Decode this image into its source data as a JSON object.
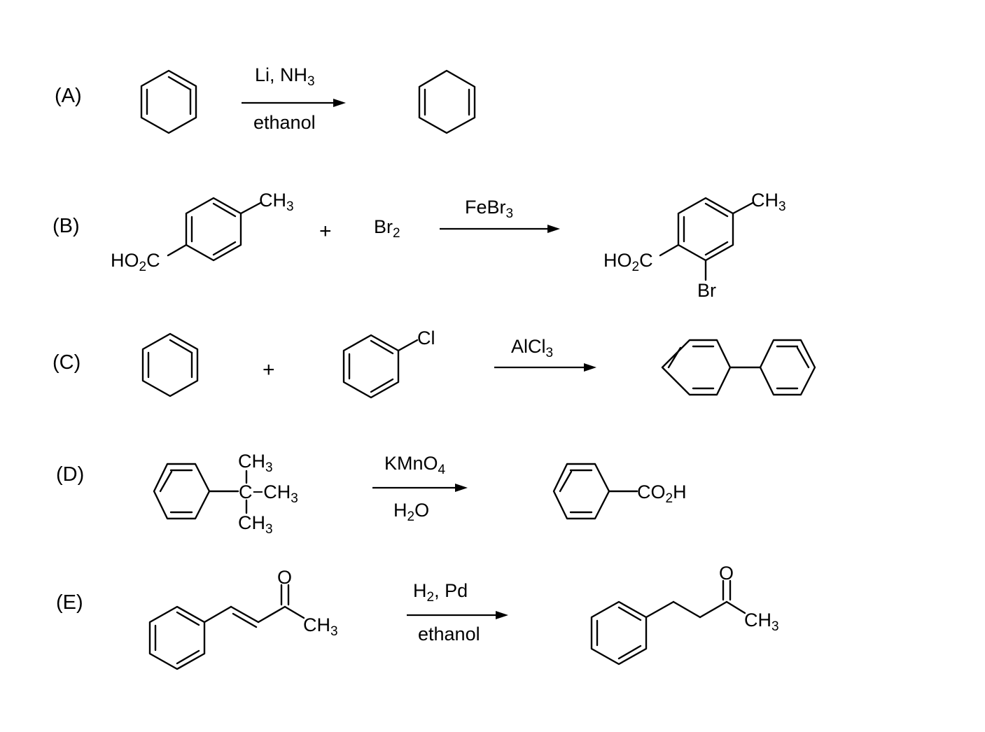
{
  "reactions": [
    {
      "label": "(A)",
      "conditions_above": [
        "Li, NH",
        "3"
      ],
      "conditions_below": "ethanol"
    },
    {
      "label": "(B)",
      "reactant1": {
        "substituent_top": [
          "CH",
          "3"
        ],
        "substituent_left": [
          "HO",
          "2",
          "C"
        ]
      },
      "plus": "+",
      "reagent": [
        "Br",
        "2"
      ],
      "conditions_above": [
        "FeBr",
        "3"
      ],
      "product": {
        "substituent_top": [
          "CH",
          "3"
        ],
        "substituent_left": [
          "HO",
          "2",
          "C"
        ],
        "substituent_bottom": "Br"
      }
    },
    {
      "label": "(C)",
      "plus": "+",
      "reactant2_substituent": "Cl",
      "conditions_above": [
        "AlCl",
        "3"
      ]
    },
    {
      "label": "(D)",
      "reactant_groups": {
        "top": [
          "CH",
          "3"
        ],
        "middle": [
          "C",
          "−CH",
          "3"
        ],
        "bottom": [
          "CH",
          "3"
        ]
      },
      "conditions_above": [
        "KMnO",
        "4"
      ],
      "conditions_below": [
        "H",
        "2",
        "O"
      ],
      "product_substituent": [
        "CO",
        "2",
        "H"
      ]
    },
    {
      "label": "(E)",
      "oxygen": "O",
      "methyl": [
        "CH",
        "3"
      ],
      "conditions_above": [
        "H",
        "2",
        ", Pd"
      ],
      "conditions_below": "ethanol"
    }
  ]
}
